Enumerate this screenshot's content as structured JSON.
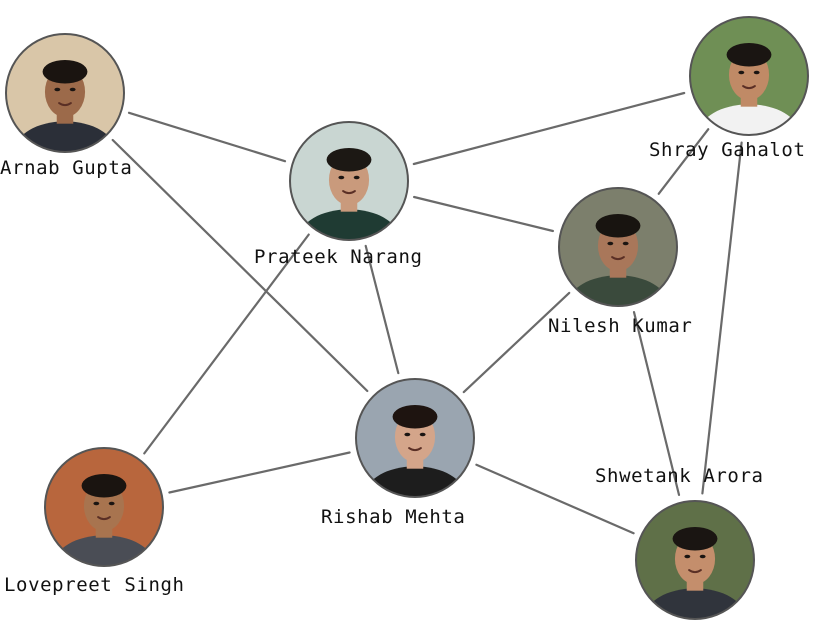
{
  "people": [
    {
      "id": "arnab",
      "name": "Arnab Gupta",
      "skin": "#9c6a4a",
      "hair": "#1a1410",
      "shirt": "#2b2f38",
      "bg": "#d9c6a8"
    },
    {
      "id": "prateek",
      "name": "Prateek Narang",
      "skin": "#c99a7c",
      "hair": "#1c1814",
      "shirt": "#1f3b33",
      "bg": "#c9d6d2"
    },
    {
      "id": "shray",
      "name": "Shray Gahalot",
      "skin": "#c08a66",
      "hair": "#1a1512",
      "shirt": "#f2f2f2",
      "bg": "#6f8f55"
    },
    {
      "id": "nilesh",
      "name": "Nilesh Kumar",
      "skin": "#a9775a",
      "hair": "#181410",
      "shirt": "#3a4a3c",
      "bg": "#7c7f6c"
    },
    {
      "id": "rishab",
      "name": "Rishab Mehta",
      "skin": "#d4a58a",
      "hair": "#1e1410",
      "shirt": "#1d1d1d",
      "bg": "#9aa5b0"
    },
    {
      "id": "lovepreet",
      "name": "Lovepreet Singh",
      "skin": "#a8744f",
      "hair": "#1a1410",
      "shirt": "#4a4d55",
      "bg": "#b8663d"
    },
    {
      "id": "shwetank",
      "name": "Shwetank Arora",
      "skin": "#c48e6c",
      "hair": "#1a1512",
      "shirt": "#30343c",
      "bg": "#5f7048"
    }
  ],
  "connections": [
    [
      "arnab",
      "prateek"
    ],
    [
      "arnab",
      "rishab"
    ],
    [
      "prateek",
      "shray"
    ],
    [
      "prateek",
      "nilesh"
    ],
    [
      "prateek",
      "rishab"
    ],
    [
      "prateek",
      "lovepreet"
    ],
    [
      "shray",
      "nilesh"
    ],
    [
      "shray",
      "shwetank"
    ],
    [
      "nilesh",
      "rishab"
    ],
    [
      "nilesh",
      "shwetank"
    ],
    [
      "rishab",
      "lovepreet"
    ],
    [
      "rishab",
      "shwetank"
    ]
  ]
}
